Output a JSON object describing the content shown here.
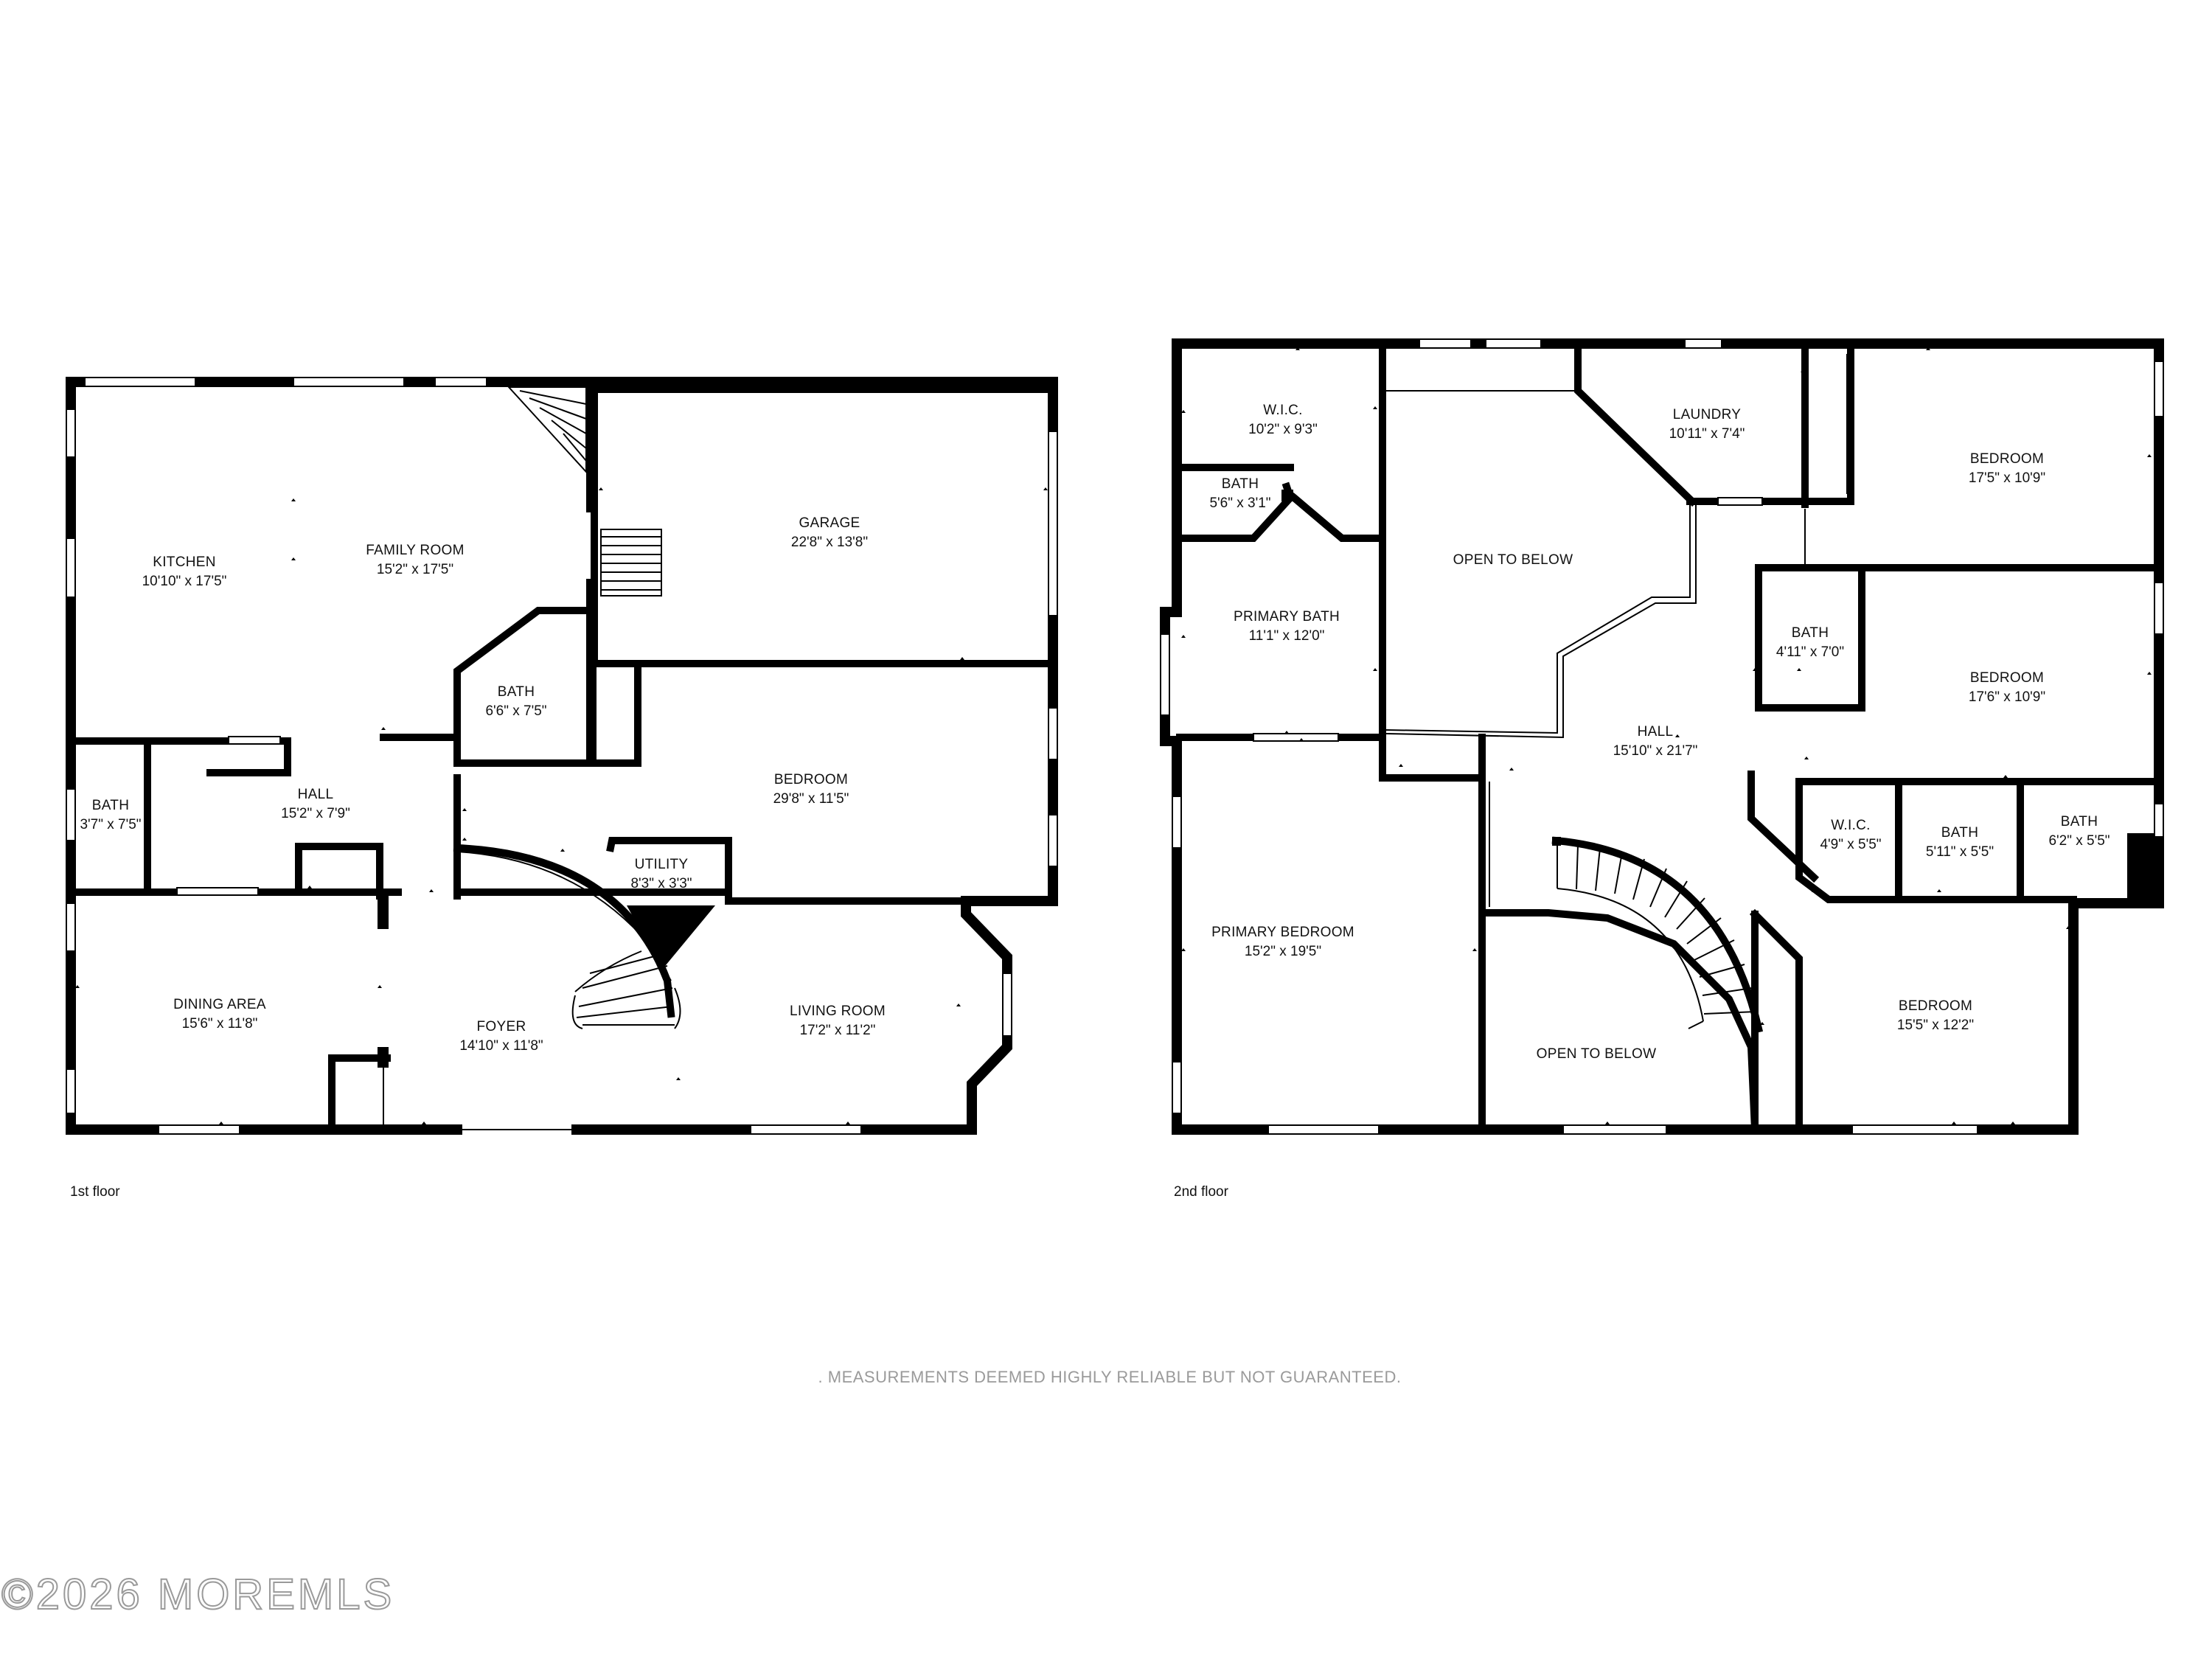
{
  "floors": [
    {
      "id": "first",
      "label": "1st floor",
      "rooms": [
        {
          "key": "kitchen",
          "name": "KITCHEN",
          "dims": "10'10\" x 17'5\""
        },
        {
          "key": "family",
          "name": "FAMILY ROOM",
          "dims": "15'2\" x 17'5\""
        },
        {
          "key": "garage",
          "name": "GARAGE",
          "dims": "22'8\" x 13'8\""
        },
        {
          "key": "bath_center",
          "name": "BATH",
          "dims": "6'6\" x 7'5\""
        },
        {
          "key": "bath_left",
          "name": "BATH",
          "dims": "3'7\" x 7'5\""
        },
        {
          "key": "hall",
          "name": "HALL",
          "dims": "15'2\" x 7'9\""
        },
        {
          "key": "bedroom",
          "name": "BEDROOM",
          "dims": "29'8\" x 11'5\""
        },
        {
          "key": "utility",
          "name": "UTILITY",
          "dims": "8'3\" x 3'3\""
        },
        {
          "key": "dining",
          "name": "DINING AREA",
          "dims": "15'6\" x 11'8\""
        },
        {
          "key": "foyer",
          "name": "FOYER",
          "dims": "14'10\" x 11'8\""
        },
        {
          "key": "living",
          "name": "LIVING ROOM",
          "dims": "17'2\" x 11'2\""
        }
      ]
    },
    {
      "id": "second",
      "label": "2nd floor",
      "rooms": [
        {
          "key": "wic_top",
          "name": "W.I.C.",
          "dims": "10'2\" x 9'3\""
        },
        {
          "key": "bath_small",
          "name": "BATH",
          "dims": "5'6\" x 3'1\""
        },
        {
          "key": "primary_bath",
          "name": "PRIMARY BATH",
          "dims": "11'1\" x 12'0\""
        },
        {
          "key": "open_top",
          "name": "OPEN TO BELOW",
          "dims": ""
        },
        {
          "key": "laundry",
          "name": "LAUNDRY",
          "dims": "10'11\" x 7'4\""
        },
        {
          "key": "bedroom_1",
          "name": "BEDROOM",
          "dims": "17'5\" x 10'9\""
        },
        {
          "key": "bath_mid",
          "name": "BATH",
          "dims": "4'11\" x 7'0\""
        },
        {
          "key": "bedroom_2",
          "name": "BEDROOM",
          "dims": "17'6\" x 10'9\""
        },
        {
          "key": "hall",
          "name": "HALL",
          "dims": "15'10\" x 21'7\""
        },
        {
          "key": "wic_mid",
          "name": "W.I.C.",
          "dims": "4'9\" x 5'5\""
        },
        {
          "key": "bath_a",
          "name": "BATH",
          "dims": "5'11\" x 5'5\""
        },
        {
          "key": "bath_b",
          "name": "BATH",
          "dims": "6'2\" x 5'5\""
        },
        {
          "key": "primary_bedroom",
          "name": "PRIMARY BEDROOM",
          "dims": "15'2\" x 19'5\""
        },
        {
          "key": "open_bottom",
          "name": "OPEN TO BELOW",
          "dims": ""
        },
        {
          "key": "bedroom_3",
          "name": "BEDROOM",
          "dims": "15'5\" x 12'2\""
        }
      ]
    }
  ],
  "disclaimer": ". MEASUREMENTS DEEMED HIGHLY RELIABLE BUT NOT GUARANTEED.",
  "watermark": "©2026 MOREMLS"
}
